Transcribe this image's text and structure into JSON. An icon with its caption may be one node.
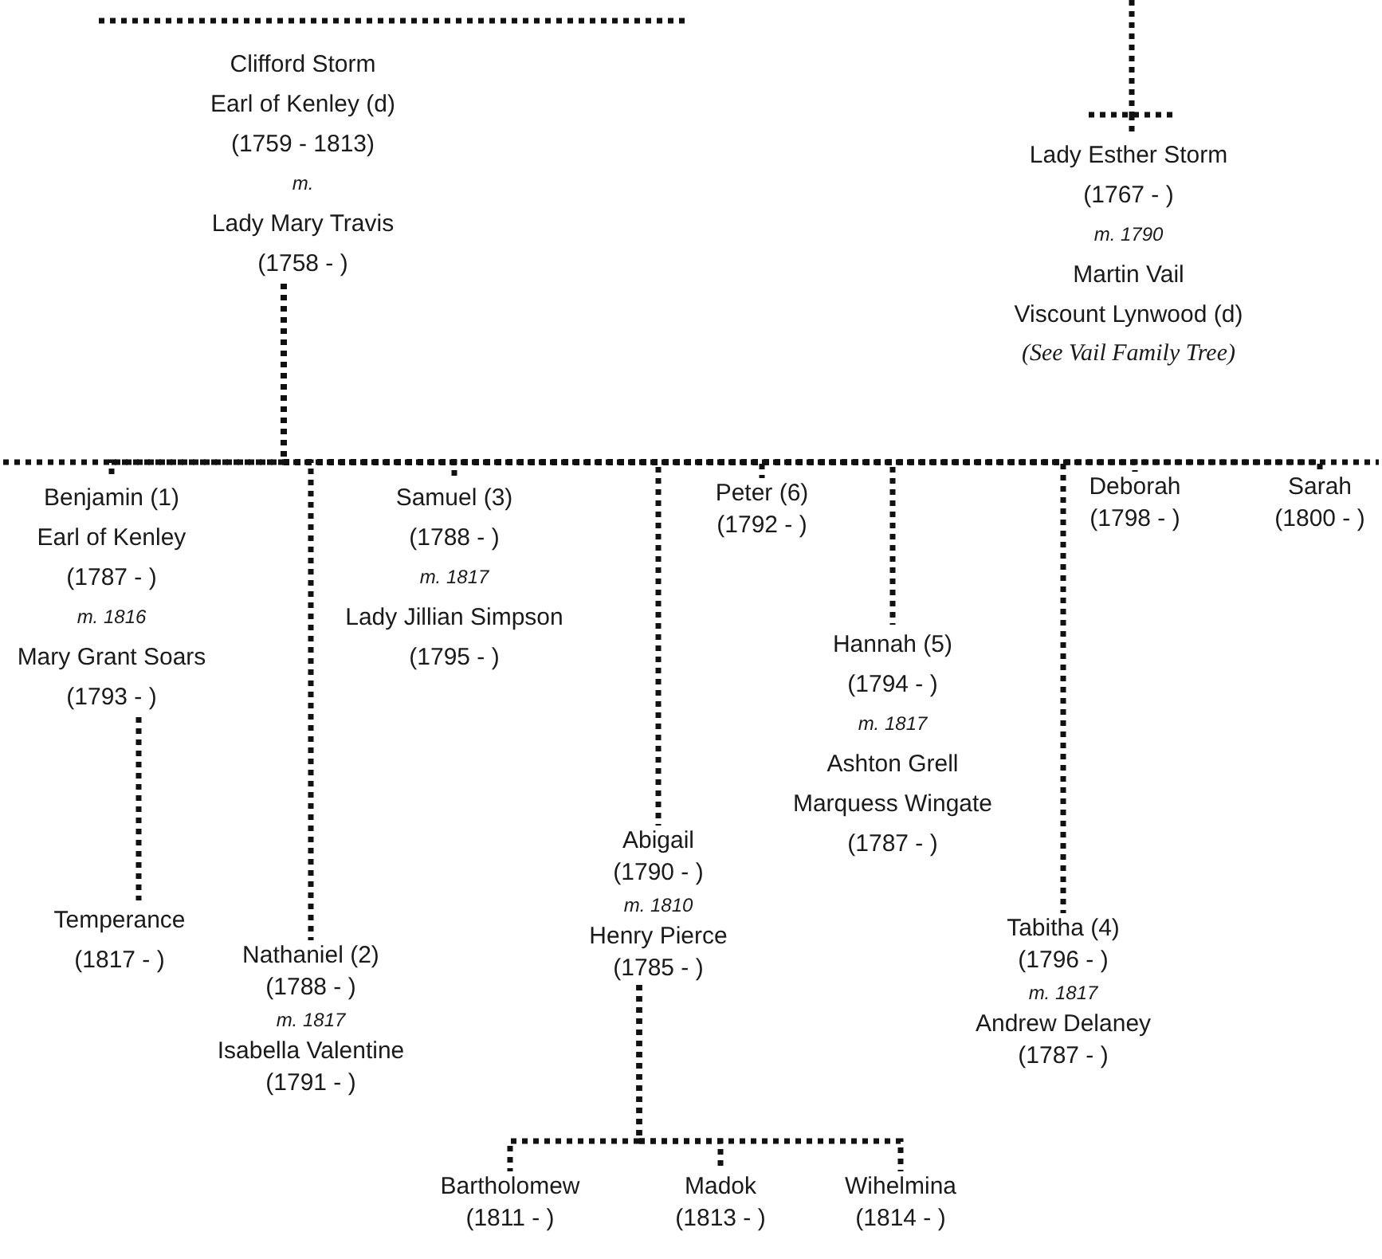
{
  "diagram": {
    "nodes": [
      {
        "text": [
          "Clifford Storm",
          "Earl of Kenley (d)",
          "(1759 - 1813)",
          "m.",
          "Lady Mary Travis",
          "(1758 - )"
        ]
      },
      {
        "text": [
          "Lady Esther Storm",
          "(1767 - )",
          "m. 1790",
          "Martin Vail",
          "Viscount Lynwood (d)",
          "(See Vail Family Tree)"
        ]
      },
      {
        "text": [
          "Benjamin (1)",
          "Earl of Kenley",
          "(1787 - )",
          "m. 1816",
          "Mary Grant Soars",
          "(1793 - )"
        ]
      },
      {
        "text": [
          "Temperance",
          "(1817 - )"
        ]
      },
      {
        "text": [
          "Nathaniel (2)",
          "(1788 - )",
          "m. 1817",
          "Isabella Valentine",
          "(1791 - )"
        ]
      },
      {
        "text": [
          "Samuel (3)",
          "(1788 - )",
          "m. 1817",
          "Lady Jillian Simpson",
          "(1795 - )"
        ]
      },
      {
        "text": [
          "Abigail",
          "(1790 - )",
          "m. 1810",
          "Henry Pierce",
          "(1785 - )"
        ]
      },
      {
        "text": [
          "Peter (6)",
          "(1792 - )"
        ]
      },
      {
        "text": [
          "Hannah (5)",
          "(1794 - )",
          "m. 1817",
          "Ashton Grell",
          "Marquess Wingate",
          "(1787 - )"
        ]
      },
      {
        "text": [
          "Tabitha (4)",
          "(1796 - )",
          "m. 1817",
          "Andrew Delaney",
          "(1787 - )"
        ]
      },
      {
        "text": [
          "Deborah",
          "(1798 - )"
        ]
      },
      {
        "text": [
          "Sarah",
          "(1800 - )"
        ]
      },
      {
        "text": [
          "Bartholomew",
          "(1811 - )"
        ]
      },
      {
        "text": [
          "Madok",
          "(1813 - )"
        ]
      },
      {
        "text": [
          "Wihelmina",
          "(1814 - )"
        ]
      }
    ],
    "edges": [
      {
        "from": null,
        "to": 1,
        "arrow": "none"
      },
      {
        "from": 0,
        "to": 2,
        "arrow": "none"
      },
      {
        "from": 0,
        "to": 4,
        "arrow": "none"
      },
      {
        "from": 0,
        "to": 5,
        "arrow": "none"
      },
      {
        "from": 0,
        "to": 6,
        "arrow": "none"
      },
      {
        "from": 0,
        "to": 7,
        "arrow": "none"
      },
      {
        "from": 0,
        "to": 8,
        "arrow": "none"
      },
      {
        "from": 0,
        "to": 9,
        "arrow": "none"
      },
      {
        "from": 0,
        "to": 10,
        "arrow": "none"
      },
      {
        "from": 0,
        "to": 11,
        "arrow": "none"
      },
      {
        "from": 2,
        "to": 3,
        "arrow": "none"
      },
      {
        "from": 6,
        "to": 12,
        "arrow": "none"
      },
      {
        "from": 6,
        "to": 13,
        "arrow": "none"
      },
      {
        "from": 6,
        "to": 14,
        "arrow": "none"
      }
    ]
  }
}
